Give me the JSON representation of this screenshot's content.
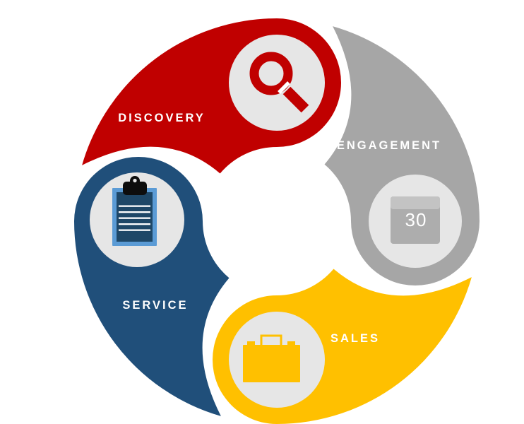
{
  "diagram": {
    "type": "cycle-infographic",
    "description": "Four-stage customer lifecycle pinwheel diagram",
    "segments": [
      {
        "label": "DISCOVERY",
        "color": "#C00000",
        "icon": "magnifier-icon"
      },
      {
        "label": "ENGAGEMENT",
        "color": "#A6A6A6",
        "icon": "calendar-icon"
      },
      {
        "label": "SALES",
        "color": "#FFC000",
        "icon": "briefcase-icon"
      },
      {
        "label": "SERVICE",
        "color": "#204F7A",
        "icon": "clipboard-icon"
      }
    ],
    "calendar_day": "30",
    "colors": {
      "icon_circle": "#E6E6E6",
      "calendar_body": "#ADADAD",
      "calendar_band": "#C3C3C3",
      "clipboard_frame": "#5B9BD5",
      "clipboard_board": "#1E4767",
      "clip_black": "#0D0D0D",
      "label_text": "#FFFFFF",
      "background": "#FFFFFF"
    }
  }
}
